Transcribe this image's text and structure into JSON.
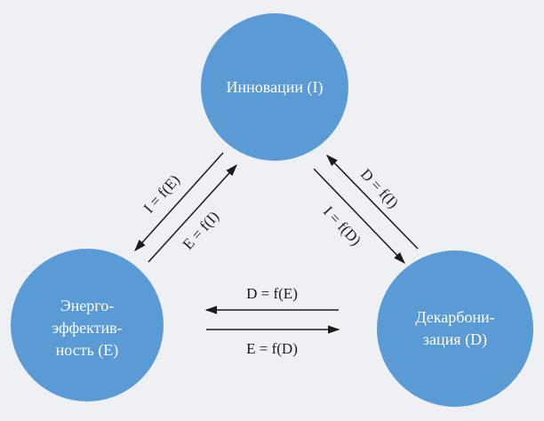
{
  "colors": {
    "background": "#eef0f4",
    "node": "#5b9bd5",
    "arrow": "#1a1a1a"
  },
  "nodes": {
    "innovation": {
      "lines": [
        "Инновации (I)"
      ]
    },
    "efficiency": {
      "lines": [
        "Энерго-",
        "эффектив-",
        "ность (E)"
      ]
    },
    "decarbonization": {
      "lines": [
        "Декарбони-",
        "зация (D)"
      ]
    }
  },
  "edges": {
    "i_of_e": "I = f(E)",
    "e_of_i": "E = f(I)",
    "d_of_i": "D = f(I)",
    "i_of_d": "I = f(D)",
    "d_of_e": "D = f(E)",
    "e_of_d": "E = f(D)"
  }
}
